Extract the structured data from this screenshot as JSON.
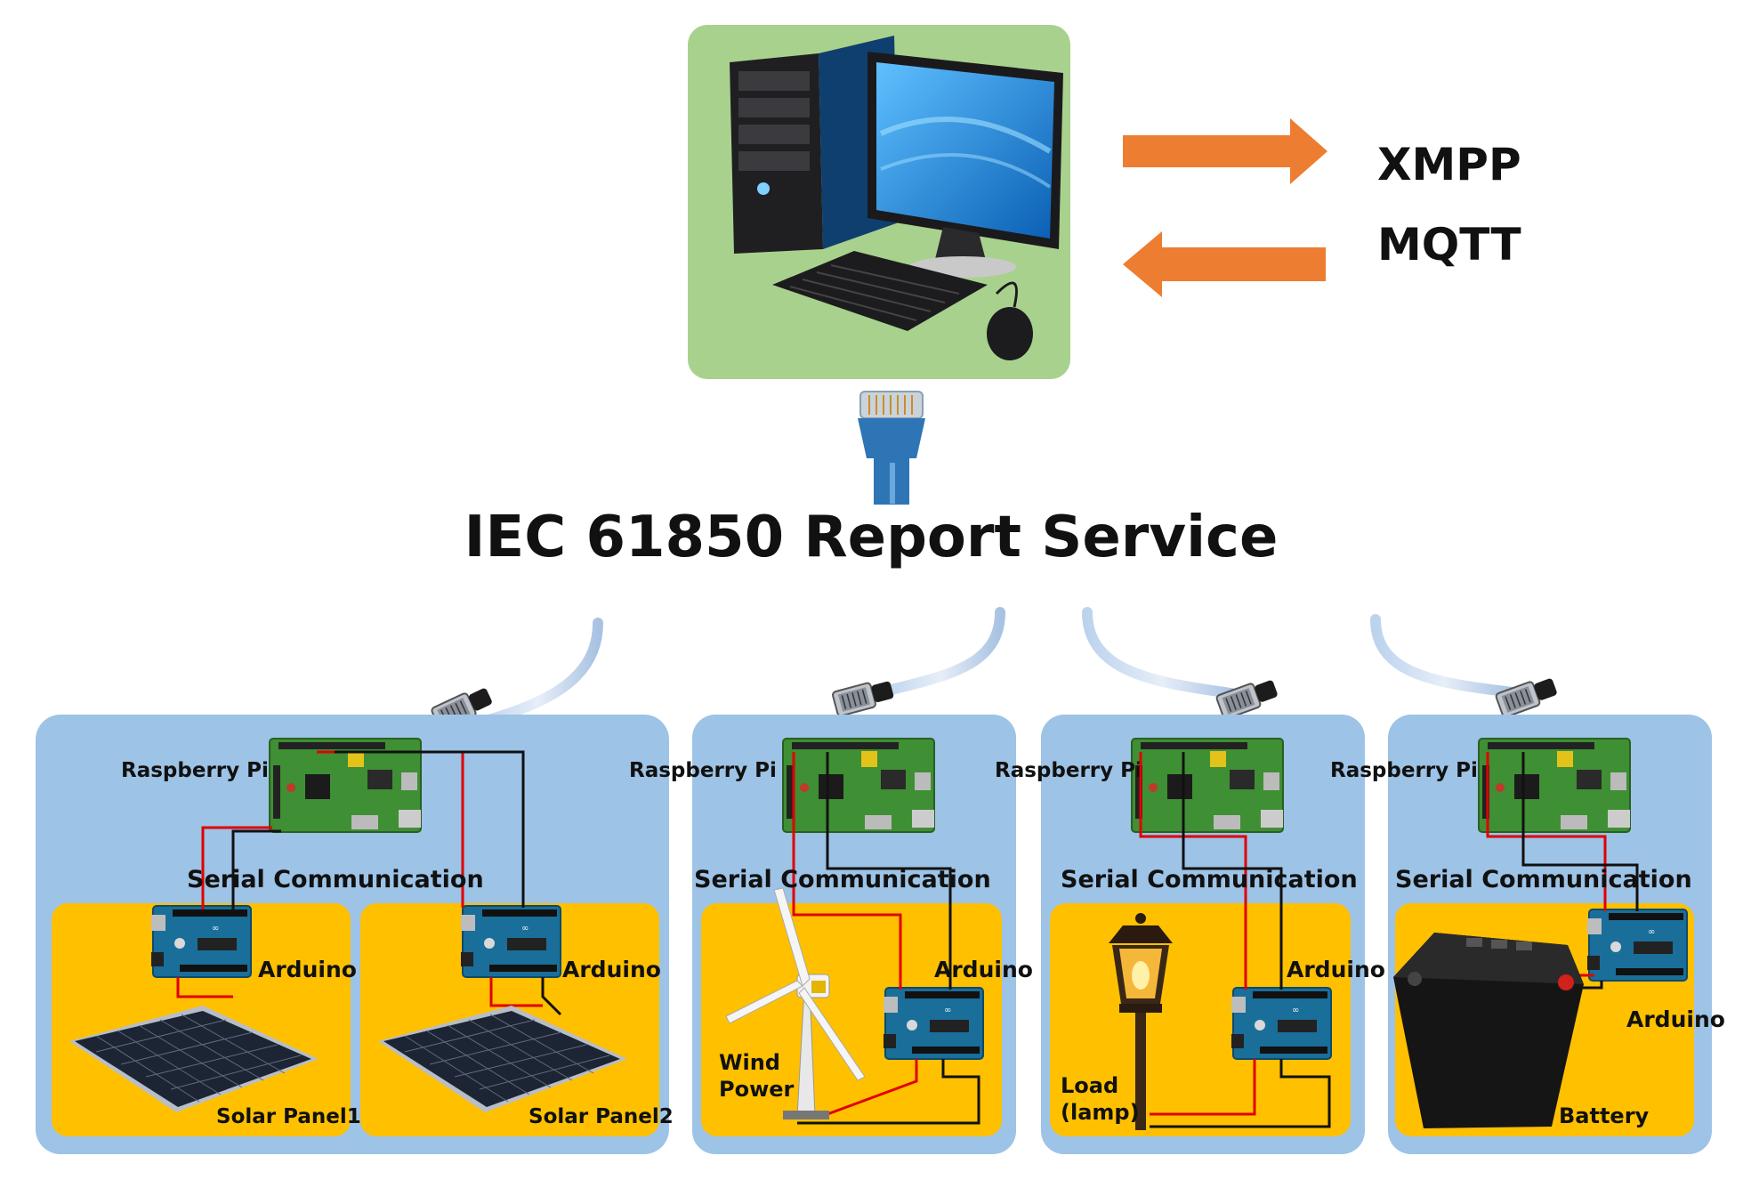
{
  "title": "IEC 61850 Report Service",
  "protocols": [
    "XMPP",
    "MQTT"
  ],
  "colors": {
    "server_bg": "#a9d18e",
    "panel_bg": "#9dc3e6",
    "device_bg": "#ffc000",
    "arrow": "#ed7d31",
    "board_green": "#3a8a2f",
    "arduino_blue": "#1a6e9a",
    "cable_blue": "#2e75b6",
    "wire_red": "#e00000"
  },
  "panels": [
    {
      "raspberry_label": "Raspberry Pi",
      "serial_label": "Serial Communication",
      "devices": [
        {
          "arduino_label": "Arduino",
          "device_label": "Solar Panel1",
          "icon": "solar-panel-icon"
        },
        {
          "arduino_label": "Arduino",
          "device_label": "Solar Panel2",
          "icon": "solar-panel-icon"
        }
      ]
    },
    {
      "raspberry_label": "Raspberry Pi",
      "serial_label": "Serial Communication",
      "devices": [
        {
          "arduino_label": "Arduino",
          "device_label_lines": [
            "Wind",
            "Power"
          ],
          "icon": "wind-turbine-icon"
        }
      ]
    },
    {
      "raspberry_label": "Raspberry Pi",
      "serial_label": "Serial Communication",
      "devices": [
        {
          "arduino_label": "Arduino",
          "device_label_lines": [
            "Load",
            "(lamp)"
          ],
          "icon": "street-lamp-icon"
        }
      ]
    },
    {
      "raspberry_label": "Raspberry Pi",
      "serial_label": "Serial Communication",
      "devices": [
        {
          "arduino_label": "Arduino",
          "device_label": "Battery",
          "icon": "battery-icon"
        }
      ]
    }
  ]
}
